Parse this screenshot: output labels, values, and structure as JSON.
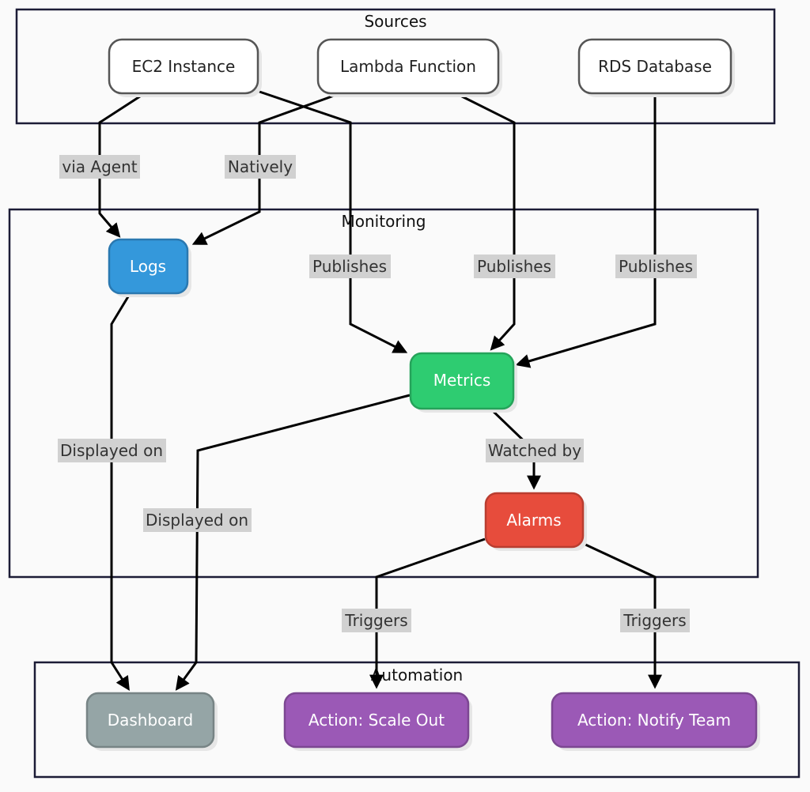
{
  "clusters": {
    "sources": "Sources",
    "monitoring": "Monitoring",
    "automation": "Automation"
  },
  "nodes": {
    "ec2": "EC2 Instance",
    "lambda": "Lambda Function",
    "rds": "RDS Database",
    "logs": "Logs",
    "metrics": "Metrics",
    "alarms": "Alarms",
    "dashboard": "Dashboard",
    "scale_out": "Action: Scale Out",
    "notify": "Action: Notify Team"
  },
  "edges": {
    "ec2_logs": "via Agent",
    "lambda_logs": "Natively",
    "ec2_metrics": "Publishes",
    "lambda_metrics": "Publishes",
    "rds_metrics": "Publishes",
    "logs_dashboard": "Displayed on",
    "metrics_dashboard": "Displayed on",
    "metrics_alarms": "Watched by",
    "alarms_scale": "Triggers",
    "alarms_notify": "Triggers"
  },
  "colors": {
    "logs": "#3498db",
    "metrics": "#2ecc71",
    "alarms": "#e74c3c",
    "dashboard": "#95a5a6",
    "actions": "#9b59b6",
    "source_fill": "#ffffff",
    "edge_label_bg": "#d1d1d1"
  }
}
